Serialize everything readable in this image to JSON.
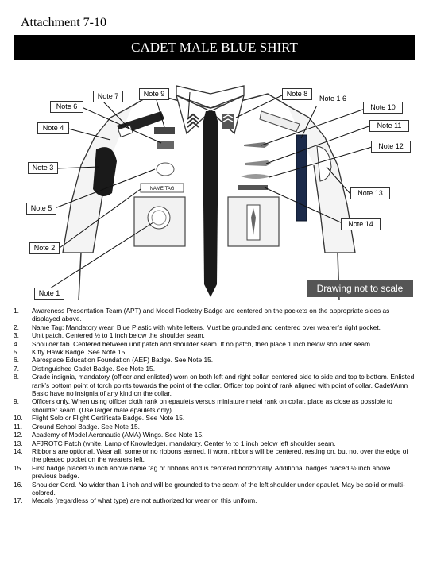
{
  "header": {
    "attachment": "Attachment 7-10",
    "title": "CADET MALE BLUE SHIRT"
  },
  "figure": {
    "name_tag": "NAME TAG",
    "scale_note": "Drawing not to scale",
    "callouts": [
      "Note 7",
      "Note 9",
      "Note 8",
      "Note 1 6",
      "Note 6",
      "Note 10",
      "Note 4",
      "Note 11",
      "Note 12",
      "Note 3",
      "Note 13",
      "Note 5",
      "Note 14",
      "Note 2",
      "Note 1"
    ],
    "colors": {
      "tie": "#1a1a1a",
      "cord": "#1b2a4a",
      "banner": "#000000"
    }
  },
  "notes": [
    {
      "num": "1.",
      "text": "Awareness Presentation Team (APT) and Model Rocketry Badge are centered on the pockets on the appropriate sides as displayed above."
    },
    {
      "num": "2.",
      "text": "Name Tag: Mandatory wear. Blue Plastic with white letters. Must be grounded and centered over wearer’s right pocket."
    },
    {
      "num": "3.",
      "text": "Unit patch. Centered ½ to 1 inch below the shoulder seam."
    },
    {
      "num": "4.",
      "text": "Shoulder tab. Centered between unit patch and shoulder seam. If no patch, then place 1 inch below shoulder seam."
    },
    {
      "num": "5.",
      "text": "Kitty Hawk Badge. See Note 15."
    },
    {
      "num": "6.",
      "text": "Aerospace Education Foundation (AEF) Badge. See Note 15."
    },
    {
      "num": "7.",
      "text": "Distinguished Cadet Badge. See Note 15."
    },
    {
      "num": "8.",
      "text": "Grade insignia, mandatory (officer and enlisted) worn on both left and right collar, centered side to side and top to bottom. Enlisted rank’s bottom point of torch points towards the point of the collar. Officer top point of rank aligned with point of collar. Cadet/Amn Basic have no insignia of any kind on the collar."
    },
    {
      "num": "9.",
      "text": "Officers only. When using officer cloth rank on epaulets versus miniature metal rank on collar, place as close as possible to shoulder seam. (Use larger male epaulets only)."
    },
    {
      "num": "10.",
      "text": "Flight Solo or Flight Certificate Badge. See Note 15."
    },
    {
      "num": "11.",
      "text": "Ground School Badge. See Note 15."
    },
    {
      "num": "12.",
      "text": "Academy of Model Aeronautic (AMA) Wings. See Note 15."
    },
    {
      "num": "13.",
      "text": "AFJROTC Patch (white, Lamp of Knowledge), mandatory. Center ½ to 1 inch below left shoulder seam."
    },
    {
      "num": "14.",
      "text": "Ribbons are optional. Wear all, some or no ribbons earned. If worn, ribbons will be centered, resting on, but not over the edge of the pleated pocket on the wearers left."
    },
    {
      "num": "15.",
      "text": "First badge placed ½ inch above name tag or ribbons and is centered horizontally. Additional badges placed ½ inch above previous badge."
    },
    {
      "num": "16.",
      "text": "Shoulder Cord. No wider than 1 inch and will be grounded to the seam of the left shoulder under epaulet. May be solid or multi-colored."
    },
    {
      "num": "17.",
      "text": "Medals (regardless of what type) are not authorized for wear on this uniform."
    }
  ]
}
